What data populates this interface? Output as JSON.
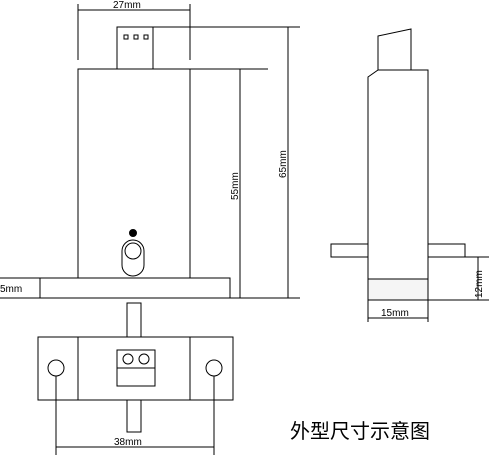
{
  "diagram": {
    "title": "外型尺寸示意图",
    "dimensions": {
      "width_top": "27mm",
      "height_body": "55mm",
      "height_total": "65mm",
      "base_thickness": "5mm",
      "hole_spacing": "38mm",
      "side_width": "15mm",
      "side_height": "12mm"
    }
  }
}
